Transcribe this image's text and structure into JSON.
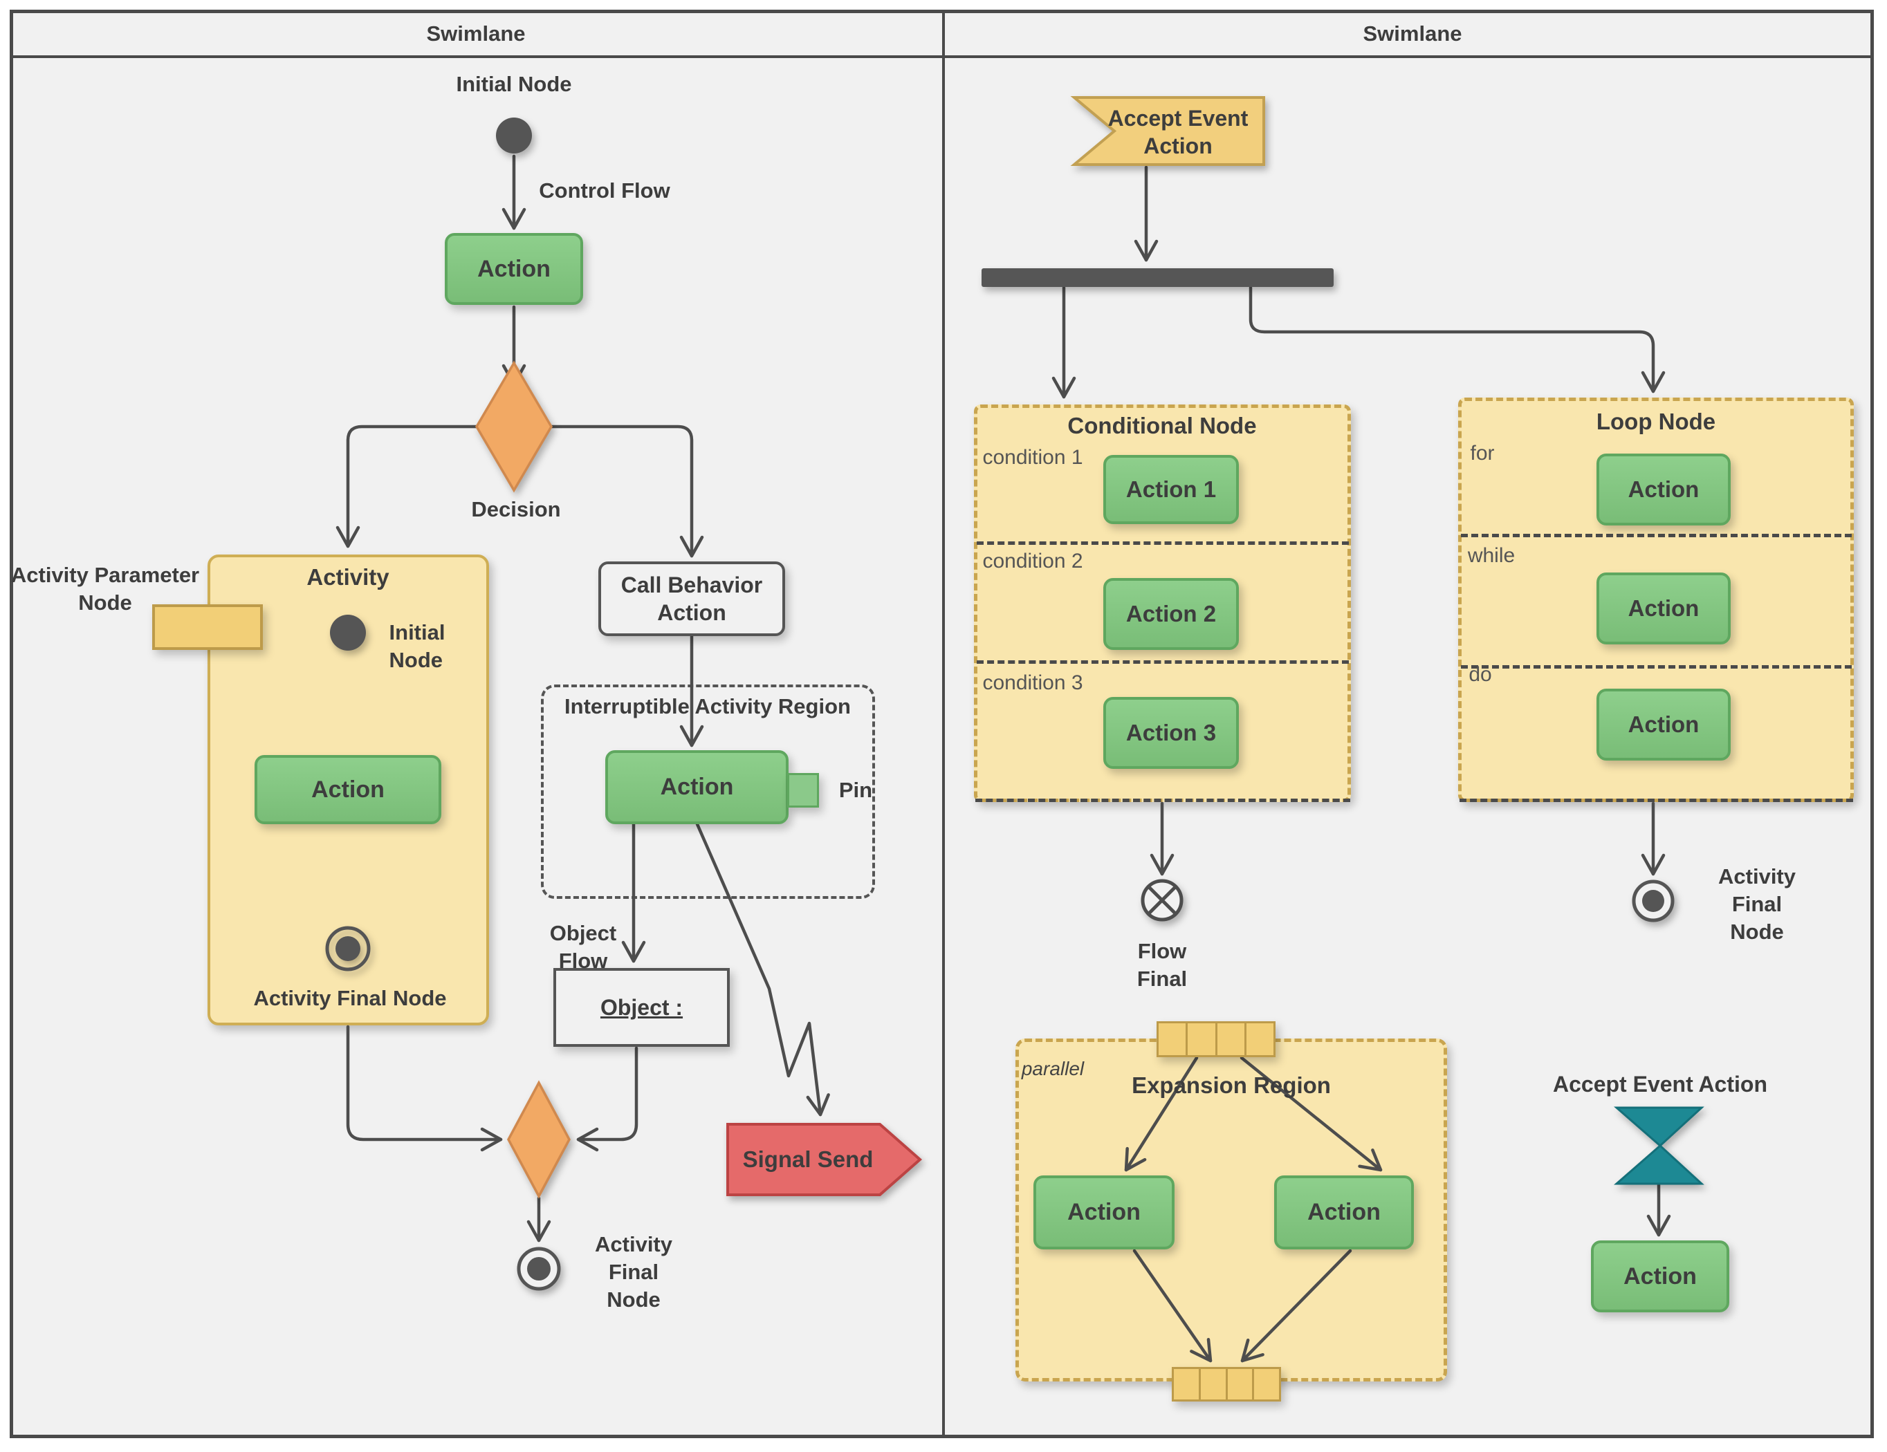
{
  "header": {
    "left_lane": "Swimlane",
    "right_lane": "Swimlane"
  },
  "left": {
    "initial_label": "Initial Node",
    "control_flow": "Control Flow",
    "action": "Action",
    "decision": "Decision",
    "activity": {
      "title": "Activity",
      "param": "Activity Parameter\nNode",
      "initial": "Initial\nNode",
      "action": "Action",
      "final": "Activity Final Node"
    },
    "call_behavior": "Call Behavior\nAction",
    "interruptible": {
      "title": "Interruptible Activity Region",
      "action": "Action",
      "pin": "Pin"
    },
    "object_flow": "Object\nFlow",
    "object": "Object :",
    "signal": "Signal Send",
    "final": "Activity\nFinal\nNode"
  },
  "right": {
    "accept_event": "Accept Event\nAction",
    "conditional": {
      "title": "Conditional Node",
      "sections": [
        {
          "guard": "condition 1",
          "action": "Action 1"
        },
        {
          "guard": "condition 2",
          "action": "Action 2"
        },
        {
          "guard": "condition 3",
          "action": "Action 3"
        }
      ]
    },
    "loop": {
      "title": "Loop Node",
      "sections": [
        {
          "guard": "for",
          "action": "Action"
        },
        {
          "guard": "while",
          "action": "Action"
        },
        {
          "guard": "do",
          "action": "Action"
        }
      ]
    },
    "flow_final": "Flow\nFinal",
    "final": "Activity\nFinal\nNode",
    "expansion": {
      "title": "Expansion Region",
      "mode": "parallel",
      "actions": [
        "Action",
        "Action"
      ]
    },
    "accept_time": {
      "label": "Accept Event Action",
      "action": "Action"
    }
  },
  "colors": {
    "background": "#f1f1f1",
    "line": "#4d4d4d",
    "action_fill": "#85c785",
    "action_border": "#5fa75f",
    "region_fill": "#f9e6ae",
    "region_border": "#cfae54",
    "accent_fill": "#f2cf7d",
    "accent_border": "#c2a052",
    "decision_fill": "#f2a964",
    "decision_border": "#d0894e",
    "signal_fill": "#e56a6a",
    "signal_border": "#bc4343",
    "time_event_fill": "#1d8994",
    "text": "#3d3d3d",
    "muted_text": "#555555"
  }
}
